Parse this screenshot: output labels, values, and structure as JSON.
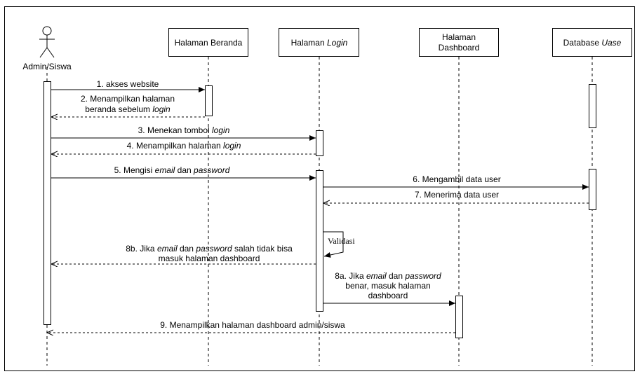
{
  "diagram": {
    "actor": {
      "label": "Admin/Siswa"
    },
    "lifelines": [
      {
        "id": "beranda",
        "parts": [
          {
            "t": "Halaman Beranda",
            "i": false
          }
        ]
      },
      {
        "id": "login",
        "parts": [
          {
            "t": "Halaman ",
            "i": false
          },
          {
            "t": "Login",
            "i": true
          }
        ]
      },
      {
        "id": "dashboard",
        "line1": "Halaman",
        "line2": "Dashboard"
      },
      {
        "id": "database",
        "parts": [
          {
            "t": "Database ",
            "i": false
          },
          {
            "t": "Uase",
            "i": true
          }
        ]
      }
    ],
    "messages": [
      {
        "id": "m1",
        "lines": [
          [
            {
              "t": "1. akses website",
              "i": false
            }
          ]
        ]
      },
      {
        "id": "m2",
        "lines": [
          [
            {
              "t": "2. Menampilkan halaman",
              "i": false
            }
          ],
          [
            {
              "t": "beranda sebelum ",
              "i": false
            },
            {
              "t": "login",
              "i": true
            }
          ]
        ]
      },
      {
        "id": "m3",
        "lines": [
          [
            {
              "t": "3. Menekan tombol ",
              "i": false
            },
            {
              "t": "login",
              "i": true
            }
          ]
        ]
      },
      {
        "id": "m4",
        "lines": [
          [
            {
              "t": "4. Menampilkan halaman ",
              "i": false
            },
            {
              "t": "login",
              "i": true
            }
          ]
        ]
      },
      {
        "id": "m5",
        "lines": [
          [
            {
              "t": "5. Mengisi ",
              "i": false
            },
            {
              "t": "email",
              "i": true
            },
            {
              "t": " dan ",
              "i": false
            },
            {
              "t": "password",
              "i": true
            }
          ]
        ]
      },
      {
        "id": "m6",
        "lines": [
          [
            {
              "t": "6. Mengambil data user",
              "i": false
            }
          ]
        ]
      },
      {
        "id": "m7",
        "lines": [
          [
            {
              "t": "7. Menerima data user",
              "i": false
            }
          ]
        ]
      },
      {
        "id": "m8b",
        "lines": [
          [
            {
              "t": "8b. Jika ",
              "i": false
            },
            {
              "t": "email",
              "i": true
            },
            {
              "t": " dan ",
              "i": false
            },
            {
              "t": "password",
              "i": true
            },
            {
              "t": " salah tidak bisa",
              "i": false
            }
          ],
          [
            {
              "t": "masuk halaman dashboard",
              "i": false
            }
          ]
        ]
      },
      {
        "id": "m8a",
        "lines": [
          [
            {
              "t": "8a. Jika ",
              "i": false
            },
            {
              "t": "email",
              "i": true
            },
            {
              "t": " dan ",
              "i": false
            },
            {
              "t": "password",
              "i": true
            }
          ],
          [
            {
              "t": "benar, masuk halaman",
              "i": false
            }
          ],
          [
            {
              "t": "dashboard",
              "i": false
            }
          ]
        ]
      },
      {
        "id": "m9",
        "lines": [
          [
            {
              "t": "9. Menampilkan halaman dashboard admin/siswa",
              "i": false
            }
          ]
        ]
      }
    ],
    "self_message": {
      "label": "Validasi"
    }
  }
}
